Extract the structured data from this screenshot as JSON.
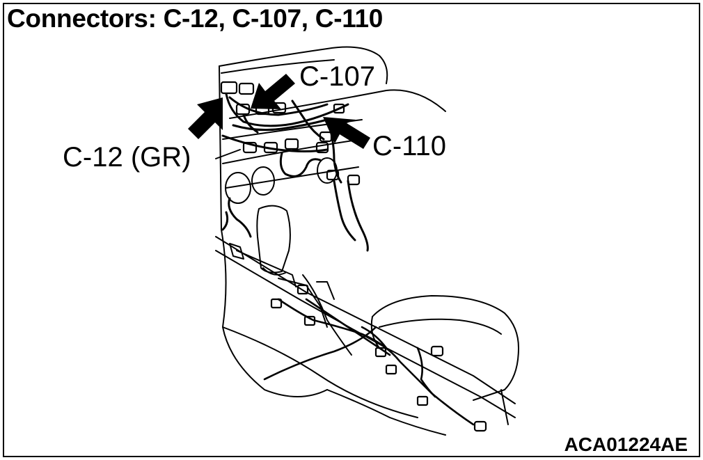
{
  "title": "Connectors: C-12, C-107, C-110",
  "callouts": {
    "c107": "C-107",
    "c12": "C-12 (GR)",
    "c110": "C-110"
  },
  "figure_id": "ACA01224AE"
}
